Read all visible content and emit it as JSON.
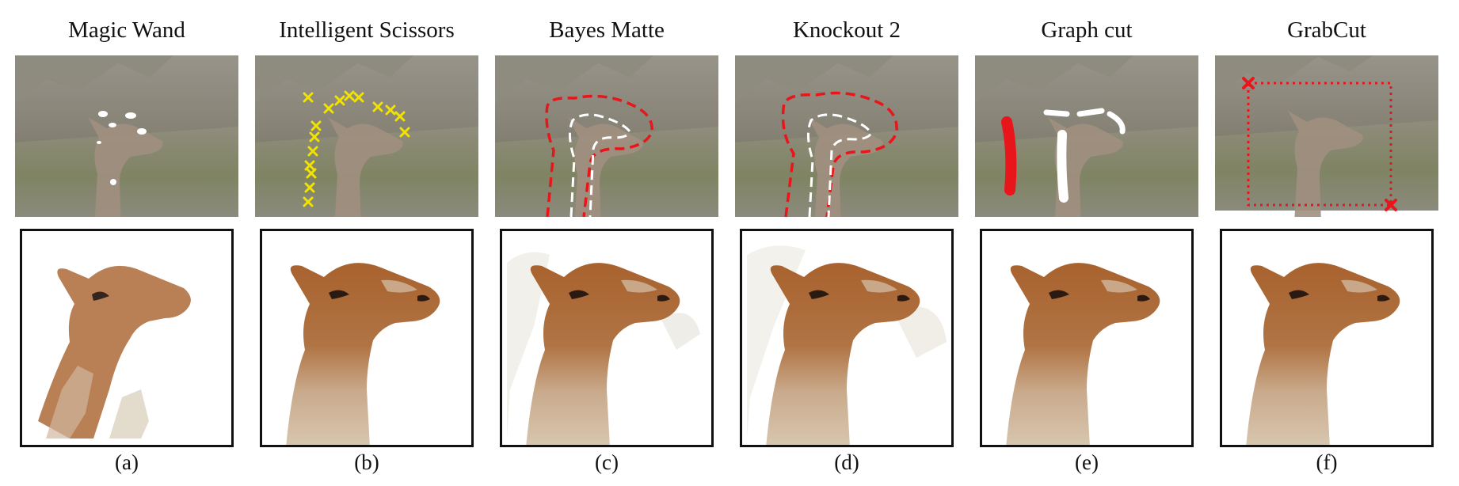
{
  "figure": {
    "panels": [
      {
        "id": "a",
        "title": "Magic Wand",
        "caption": "(a)"
      },
      {
        "id": "b",
        "title": "Intelligent Scissors",
        "caption": "(b)"
      },
      {
        "id": "c",
        "title": "Bayes Matte",
        "caption": "(c)"
      },
      {
        "id": "d",
        "title": "Knockout 2",
        "caption": "(d)"
      },
      {
        "id": "e",
        "title": "Graph cut",
        "caption": "(e)"
      },
      {
        "id": "f",
        "title": "GrabCut",
        "caption": "(f)"
      }
    ]
  },
  "colors": {
    "annotation_yellow": "#f2e200",
    "annotation_red": "#e8161b",
    "annotation_white": "#ffffff",
    "llama_brown": "#9c5a2c",
    "background_gray": "#8a8a78"
  }
}
